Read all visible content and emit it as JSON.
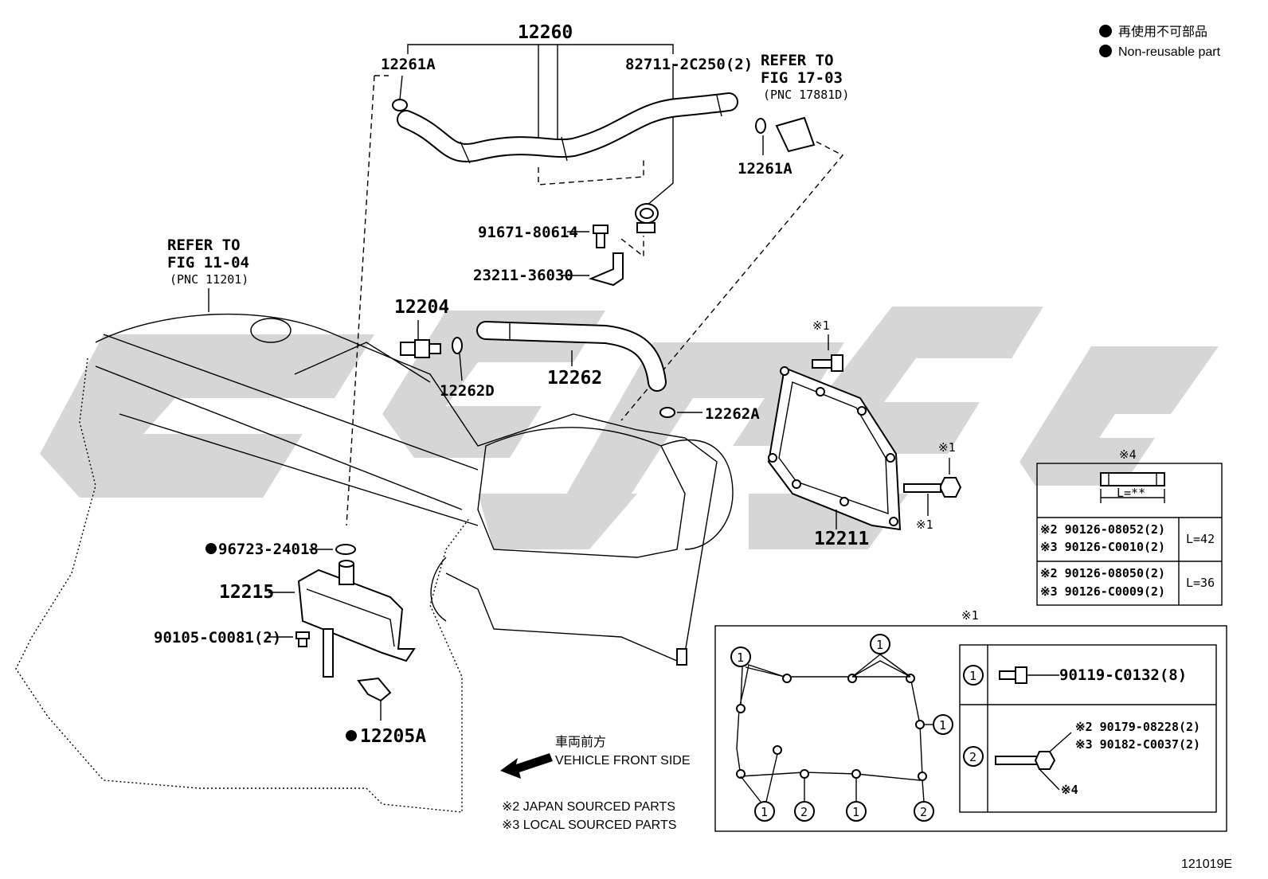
{
  "legend": {
    "ja": "再使用不可部品",
    "en": "Non-reusable part"
  },
  "labels": {
    "hose_assy": "12260",
    "hose_clip_left": "12261A",
    "hose_clamp": "82711-2C250(2)",
    "refer_fig17_1": "REFER TO",
    "refer_fig17_2": "FIG 17-03",
    "refer_fig17_3": "(PNC 17881D)",
    "hose_clip_right": "12261A",
    "bolt_91671": "91671-80614",
    "bracket_23211": "23211-36030",
    "refer_fig11_1": "REFER TO",
    "refer_fig11_2": "FIG 11-04",
    "refer_fig11_3": "(PNC 11201)",
    "pcv_valve": "12204",
    "ventilation_hose": "12262",
    "clip_12262d": "12262D",
    "clip_12262a": "12262A",
    "gasket_12211": "12211",
    "oring_96723": "96723-24018",
    "separator_12215": "12215",
    "bolt_90105": "90105-C0081(2)",
    "gasket_12205a": "12205A",
    "mark1_a": "※1",
    "mark1_b": "※1",
    "mark1_c": "※1",
    "mark1_detail": "※1",
    "mark4": "※4",
    "front_ja": "車両前方",
    "front_en": "VEHICLE FRONT SIDE",
    "note2": "※2 JAPAN SOURCED PARTS",
    "note3": "※3 LOCAL SOURCED PARTS",
    "fig_code": "121019E"
  },
  "stud_table": {
    "length_label": "L=**",
    "rows": [
      {
        "a": "※2 90126-08052(2)",
        "b": "※3 90126-C0010(2)",
        "len": "L=42"
      },
      {
        "a": "※2 90126-08050(2)",
        "b": "※3 90126-C0009(2)",
        "len": "L=36"
      }
    ]
  },
  "detail": {
    "key1": "1",
    "key2": "2",
    "part1": "90119-C0132(8)",
    "part2a": "※2 90179-08228(2)",
    "part2b": "※3 90182-C0037(2)",
    "part2c": "※4",
    "callouts": [
      "1",
      "1",
      "1",
      "1",
      "2",
      "1",
      "2"
    ]
  }
}
